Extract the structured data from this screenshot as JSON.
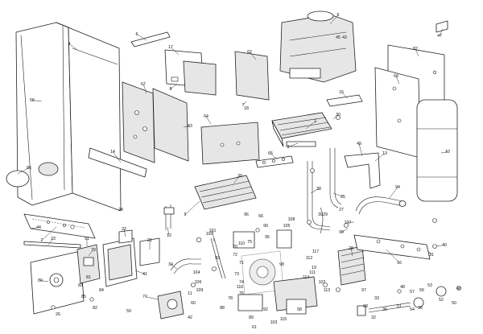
{
  "callouts": [
    {
      "id": "c1",
      "text": "1"
    },
    {
      "id": "c2",
      "text": "2"
    },
    {
      "id": "c3",
      "text": "3"
    },
    {
      "id": "c4",
      "text": "4"
    },
    {
      "id": "c5",
      "text": "5"
    },
    {
      "id": "c6",
      "text": "6"
    },
    {
      "id": "c7",
      "text": "7"
    },
    {
      "id": "c8",
      "text": "8"
    },
    {
      "id": "c9",
      "text": "9"
    },
    {
      "id": "c10",
      "text": "10"
    },
    {
      "id": "c11",
      "text": "11"
    },
    {
      "id": "c12",
      "text": "12"
    },
    {
      "id": "c13",
      "text": "13"
    },
    {
      "id": "c14",
      "text": "14"
    },
    {
      "id": "c15",
      "text": "15"
    },
    {
      "id": "c16",
      "text": "16"
    },
    {
      "id": "c17",
      "text": "17"
    },
    {
      "id": "c18",
      "text": "18"
    },
    {
      "id": "c19",
      "text": "19"
    },
    {
      "id": "c20",
      "text": "20"
    },
    {
      "id": "c21",
      "text": "21"
    },
    {
      "id": "c22",
      "text": "22"
    },
    {
      "id": "c23",
      "text": "23"
    },
    {
      "id": "c24",
      "text": "24"
    },
    {
      "id": "c25",
      "text": "25"
    },
    {
      "id": "c26",
      "text": "26"
    },
    {
      "id": "c27",
      "text": "27"
    },
    {
      "id": "c28",
      "text": "28"
    },
    {
      "id": "c29",
      "text": "29"
    },
    {
      "id": "c30",
      "text": "30"
    },
    {
      "id": "c31",
      "text": "31"
    },
    {
      "id": "c32",
      "text": "32"
    },
    {
      "id": "c33",
      "text": "33"
    },
    {
      "id": "c34",
      "text": "34"
    },
    {
      "id": "c35",
      "text": "35"
    },
    {
      "id": "c36",
      "text": "36"
    },
    {
      "id": "c38",
      "text": "38"
    },
    {
      "id": "c39",
      "text": "39"
    },
    {
      "id": "c40",
      "text": "40"
    },
    {
      "id": "c41",
      "text": "41"
    },
    {
      "id": "c42",
      "text": "42"
    },
    {
      "id": "c43",
      "text": "43"
    },
    {
      "id": "c44",
      "text": "44"
    },
    {
      "id": "c45",
      "text": "45"
    },
    {
      "id": "c46",
      "text": "46"
    },
    {
      "id": "c47",
      "text": "47"
    },
    {
      "id": "c48",
      "text": "48"
    },
    {
      "id": "c49",
      "text": "49"
    },
    {
      "id": "c50",
      "text": "50"
    },
    {
      "id": "c51",
      "text": "51"
    },
    {
      "id": "c52",
      "text": "52"
    },
    {
      "id": "c53",
      "text": "53"
    },
    {
      "id": "c54",
      "text": "54"
    },
    {
      "id": "c55",
      "text": "55"
    },
    {
      "id": "c56",
      "text": "56"
    },
    {
      "id": "c57",
      "text": "57"
    },
    {
      "id": "c58",
      "text": "58"
    },
    {
      "id": "c59",
      "text": "59"
    },
    {
      "id": "c60",
      "text": "60"
    },
    {
      "id": "c61",
      "text": "61"
    },
    {
      "id": "c62",
      "text": "62"
    },
    {
      "id": "c63",
      "text": "63"
    },
    {
      "id": "c64",
      "text": "64"
    },
    {
      "id": "c65",
      "text": "65"
    },
    {
      "id": "c66",
      "text": "66"
    },
    {
      "id": "c67",
      "text": "67"
    },
    {
      "id": "c68",
      "text": "68"
    },
    {
      "id": "c69",
      "text": "69"
    },
    {
      "id": "c70",
      "text": "70"
    },
    {
      "id": "c71",
      "text": "71"
    },
    {
      "id": "c72",
      "text": "72"
    },
    {
      "id": "c73",
      "text": "73"
    },
    {
      "id": "c74",
      "text": "74"
    },
    {
      "id": "c75",
      "text": "75"
    },
    {
      "id": "c76",
      "text": "76"
    },
    {
      "id": "c77",
      "text": "77"
    },
    {
      "id": "c78",
      "text": "78"
    },
    {
      "id": "c79",
      "text": "79"
    },
    {
      "id": "c80",
      "text": "80"
    },
    {
      "id": "c81",
      "text": "81"
    },
    {
      "id": "c82",
      "text": "82"
    },
    {
      "id": "c83",
      "text": "83"
    },
    {
      "id": "c84",
      "text": "84"
    },
    {
      "id": "c85",
      "text": "85"
    },
    {
      "id": "c86",
      "text": "86"
    },
    {
      "id": "c87",
      "text": "87"
    },
    {
      "id": "c88",
      "text": "88"
    },
    {
      "id": "c89",
      "text": "89"
    },
    {
      "id": "c90",
      "text": "90"
    },
    {
      "id": "c91",
      "text": "91"
    },
    {
      "id": "c92",
      "text": "92"
    },
    {
      "id": "c93",
      "text": "93"
    },
    {
      "id": "c94",
      "text": "94"
    },
    {
      "id": "c95",
      "text": "95"
    },
    {
      "id": "c96",
      "text": "96"
    },
    {
      "id": "c97",
      "text": "97"
    },
    {
      "id": "c98",
      "text": "98"
    },
    {
      "id": "c99",
      "text": "99"
    },
    {
      "id": "c100",
      "text": "100"
    },
    {
      "id": "c101",
      "text": "101"
    },
    {
      "id": "c102",
      "text": "102"
    },
    {
      "id": "c103",
      "text": "103"
    },
    {
      "id": "c104",
      "text": "104"
    },
    {
      "id": "c105",
      "text": "105"
    },
    {
      "id": "c106",
      "text": "106"
    },
    {
      "id": "c107",
      "text": "107"
    },
    {
      "id": "c108",
      "text": "108"
    },
    {
      "id": "c109",
      "text": "109"
    },
    {
      "id": "c110",
      "text": "110"
    },
    {
      "id": "c111",
      "text": "111"
    },
    {
      "id": "c112",
      "text": "112"
    },
    {
      "id": "c113",
      "text": "113"
    },
    {
      "id": "c114",
      "text": "114"
    },
    {
      "id": "c115",
      "text": "115"
    },
    {
      "id": "c116",
      "text": "116"
    },
    {
      "id": "c117",
      "text": "117"
    }
  ]
}
